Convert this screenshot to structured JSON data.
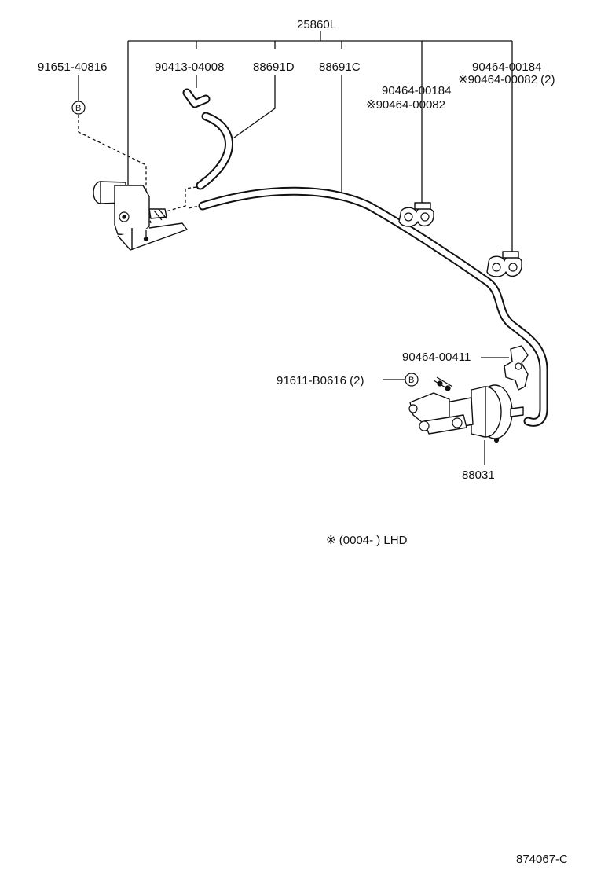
{
  "labels": {
    "assembly": "25860L",
    "bolt_left": "91651-40816",
    "hose_connector": "90413-04008",
    "hose_d": "88691D",
    "hose_c": "88691C",
    "clamp1_a": "90464-00184",
    "clamp1_b": "※90464-00082",
    "clamp2_a": "90464-00184",
    "clamp2_b": "※90464-00082 (2)",
    "clamp3": "90464-00411",
    "bolt_right": "91611-B0616 (2)",
    "actuator": "88031",
    "marker_b_left": "B",
    "marker_b_right": "B",
    "footnote": "※ (0004-          ) LHD",
    "diagram_code": "874067-C"
  },
  "icons": {
    "vsv": "vacuum-switching-valve-icon",
    "actuator": "vacuum-actuator-icon",
    "clamp": "hose-clamp-icon",
    "connector": "hose-connector-icon"
  },
  "colors": {
    "line": "#111111",
    "background": "#ffffff"
  }
}
